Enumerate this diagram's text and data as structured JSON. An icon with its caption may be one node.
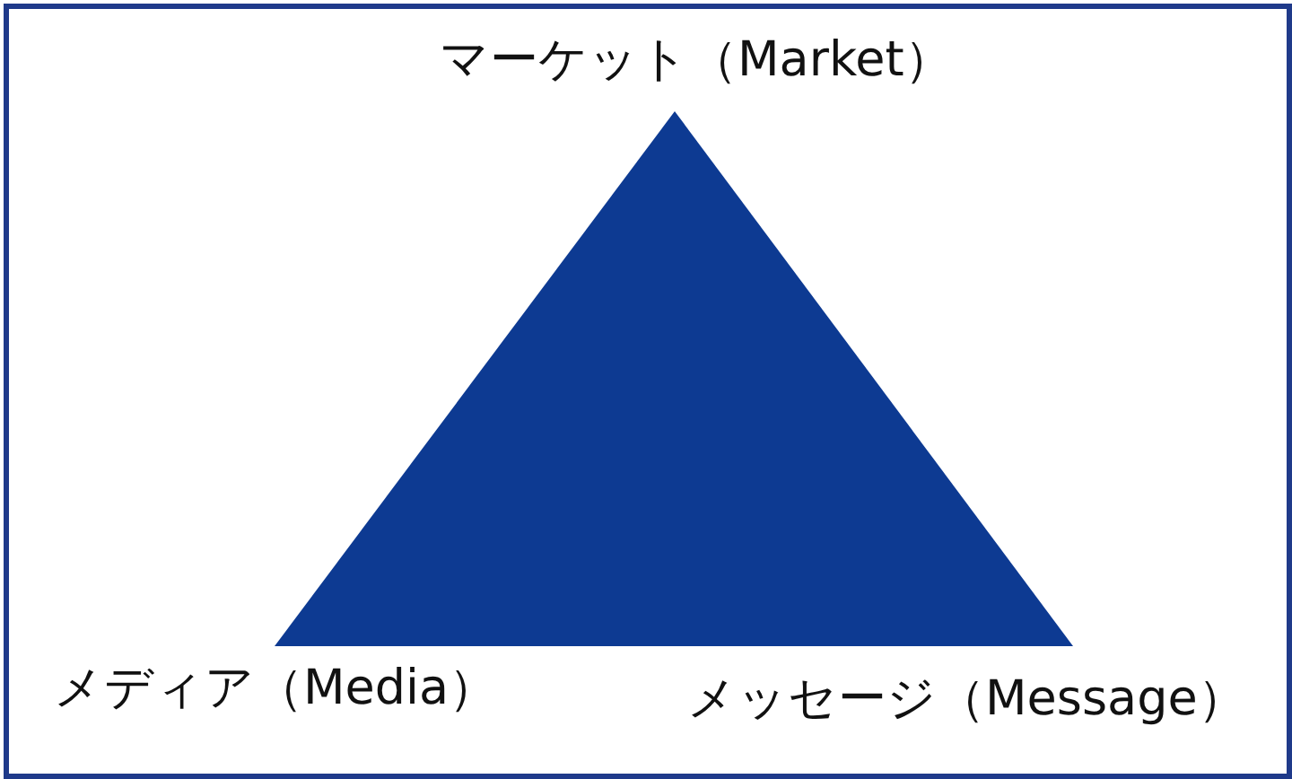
{
  "diagram": {
    "labels": [
      "マーケット（Market）",
      "メディア（Media）",
      "メッセージ（Message）"
    ]
  }
}
